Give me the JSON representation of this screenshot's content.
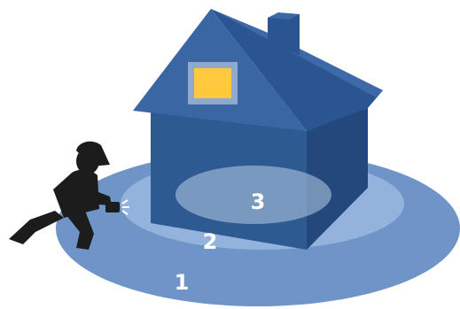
{
  "diagram": {
    "zones": [
      {
        "number": "1",
        "color": "#6f95c8"
      },
      {
        "number": "2",
        "color": "#94b3dc"
      },
      {
        "number": "3",
        "color": "#b8cde6"
      }
    ],
    "house": {
      "wall_front_color": "#2e5a92",
      "wall_side_color": "#22487c",
      "roof_color": "#3d69a8",
      "roof_dark_color": "#2b5590",
      "window_color": "#ffc83d",
      "window_frame_color": "#8fa9cd"
    },
    "figure": {
      "body_color": "#1c1c1c",
      "light_color": "#ffffff"
    },
    "icons": [
      "house-icon",
      "person-with-flashlight-icon"
    ]
  }
}
